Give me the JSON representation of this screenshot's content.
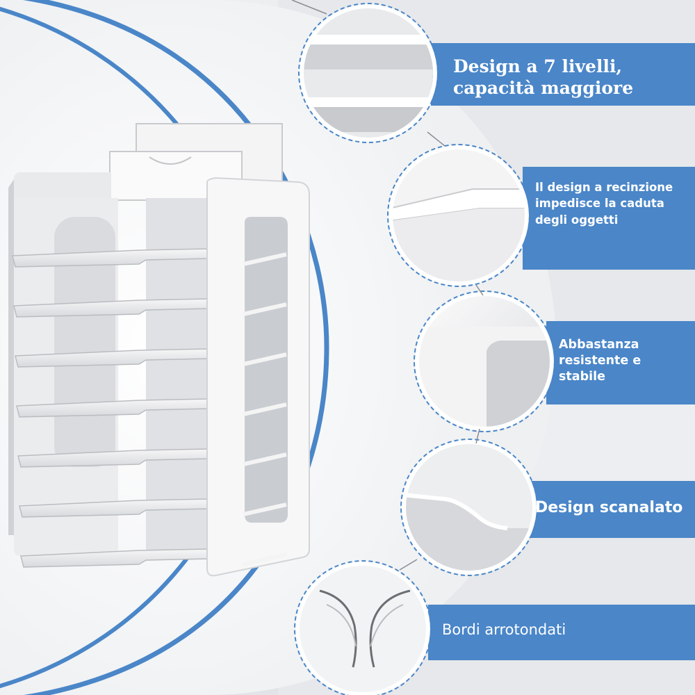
{
  "colors": {
    "accent": "#4a86c8",
    "panel": "#ffffff",
    "shelf": "#eeeeee",
    "shelf_shadow": "#a9acb0"
  },
  "callouts": [
    {
      "lines": [
        "Design a 7 livelli,",
        "capacità maggiore"
      ]
    },
    {
      "lines": [
        "Il design a recinzione",
        "impedisce la caduta",
        "degli oggetti"
      ]
    },
    {
      "lines": [
        "Abbastanza",
        "resistente e",
        "stabile"
      ]
    },
    {
      "lines": [
        "Design scanalato"
      ]
    },
    {
      "lines": [
        "Bordi arrotondati"
      ]
    }
  ]
}
